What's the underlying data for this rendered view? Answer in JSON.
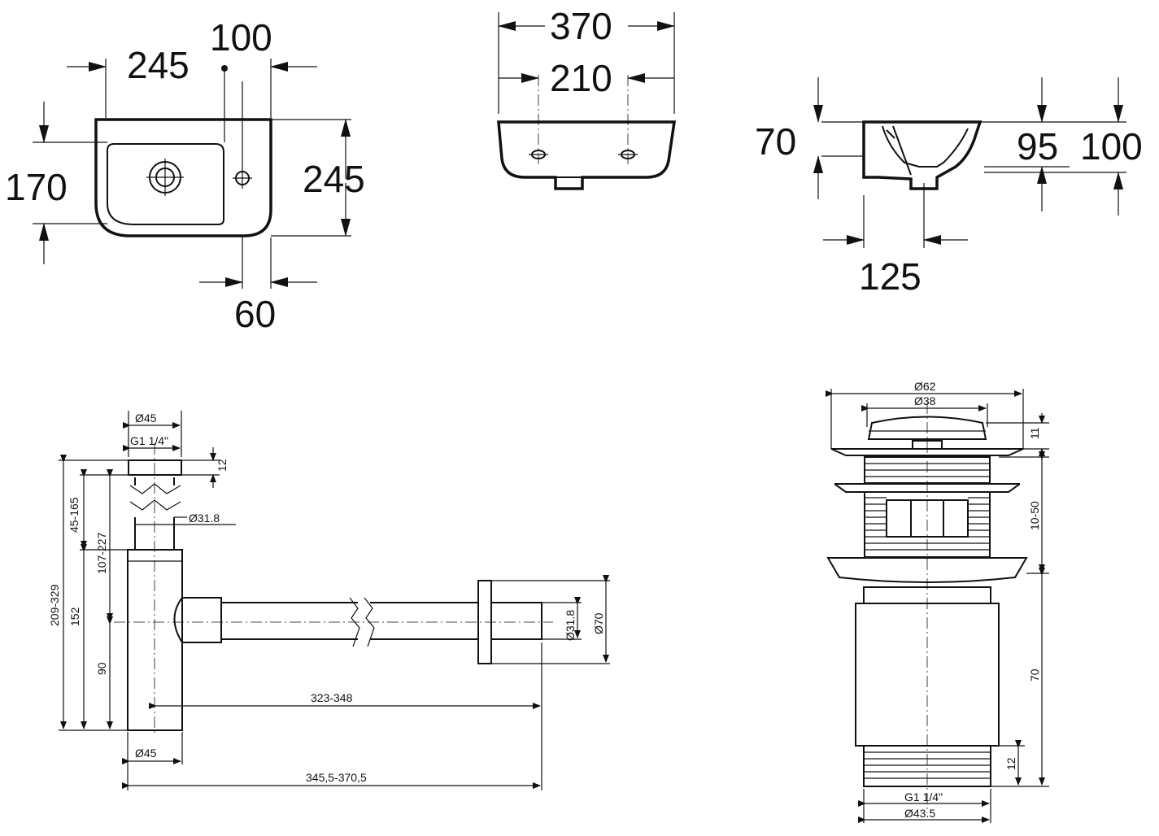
{
  "basin_top": {
    "dim_245_top": "245",
    "dim_100": "100",
    "dim_170": "170",
    "dim_245_side": "245",
    "dim_60": "60"
  },
  "basin_front": {
    "dim_370": "370",
    "dim_210": "210"
  },
  "basin_side": {
    "dim_70": "70",
    "dim_95": "95",
    "dim_100": "100",
    "dim_125": "125"
  },
  "siphon": {
    "d45_top": "Ø45",
    "g1_top": "G1 1/4\"",
    "d12": "12",
    "d45_165": "45-165",
    "d31_8_top": "Ø31.8",
    "d107_227": "107-227",
    "d209_329": "209-329",
    "d152": "152",
    "d90": "90",
    "d31_8_right": "Ø31.8",
    "d70": "Ø70",
    "d323_348": "323-348",
    "d45_bottom": "Ø45",
    "d345_370": "345,5-370,5"
  },
  "drain": {
    "d62": "Ø62",
    "d38": "Ø38",
    "d11": "11",
    "d10_50": "10-50",
    "d70": "70",
    "d12": "12",
    "g1": "G1 1/4\"",
    "d43_5": "Ø43.5"
  }
}
